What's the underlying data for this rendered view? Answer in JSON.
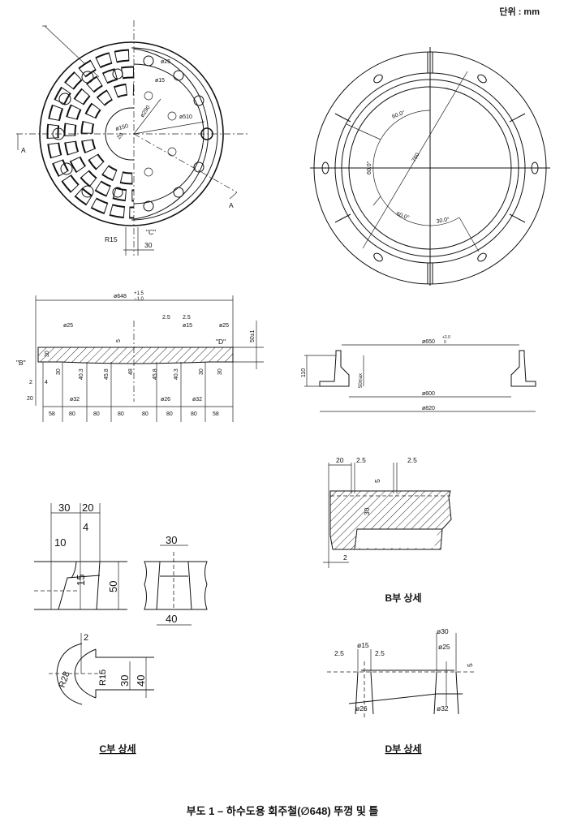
{
  "unit_label": "단위 : mm",
  "cover_plan": {
    "section_mark_left": "A",
    "section_mark_right": "A",
    "d_bolt": "ø25",
    "d_pin": "ø15",
    "d_290": "ø290",
    "d_510": "ø510",
    "d_150": "ø150",
    "dim_20": "20",
    "detail_c": "\"C\"",
    "r15": "R15",
    "dim_30": "30"
  },
  "frame_plan": {
    "angle_1": "60.0°",
    "angle_2": "60.0°",
    "angle_3": "60.0°",
    "angle_4": "30.0°",
    "diameter": "760"
  },
  "cover_section": {
    "overall": "ø648",
    "tol_plus": "+1.5",
    "tol_minus": "−1.0",
    "d25_left": "ø25",
    "d25_right": "ø25",
    "d15": "ø15",
    "gap_left": "2.5",
    "gap_right": "2.5",
    "dim_5": "5",
    "height": "50±1",
    "detail_b": "\"B\"",
    "detail_d": "\"D\"",
    "thicknesses": [
      "30",
      "30",
      "40.3",
      "45.8",
      "48",
      "45.8",
      "40.3",
      "30",
      "30"
    ],
    "dim_2": "2",
    "dim_4": "4",
    "dim_20": "20",
    "d32_left": "ø32",
    "d26": "ø26",
    "d32_right": "ø32",
    "spacings": [
      "58",
      "80",
      "80",
      "80",
      "80",
      "80",
      "80",
      "58"
    ]
  },
  "frame_section": {
    "d650": "ø650",
    "d650_tol_plus": "+2.0",
    "d650_tol_minus": "0",
    "height": "110",
    "seat": "50max",
    "d600": "ø600",
    "d820": "ø820"
  },
  "detail_b": {
    "dim_20": "20",
    "dim_25a": "2.5",
    "dim_25b": "2.5",
    "dim_5": "5",
    "dim_30": "30",
    "dim_2": "2",
    "caption": "B부 상세"
  },
  "detail_c": {
    "dim_30": "30",
    "dim_20": "20",
    "dim_4": "4",
    "dim_10": "10",
    "dim_15": "15",
    "dim_50": "50",
    "top_30": "30",
    "bottom_40": "40",
    "dim_2": "2",
    "r28": "R28",
    "r15": "R15",
    "slot_30": "30",
    "slot_40": "40",
    "caption": "C부 상세"
  },
  "detail_d": {
    "d15": "ø15",
    "gap_left": "2.5",
    "gap_right": "2.5",
    "d30": "ø30",
    "d25": "ø25",
    "dim_5": "5",
    "d26": "ø26",
    "d32": "ø32",
    "caption": "D부 상세"
  },
  "figure_title": "부도 1 – 하수도용 회주철(∅648) 뚜껑 및 틀"
}
